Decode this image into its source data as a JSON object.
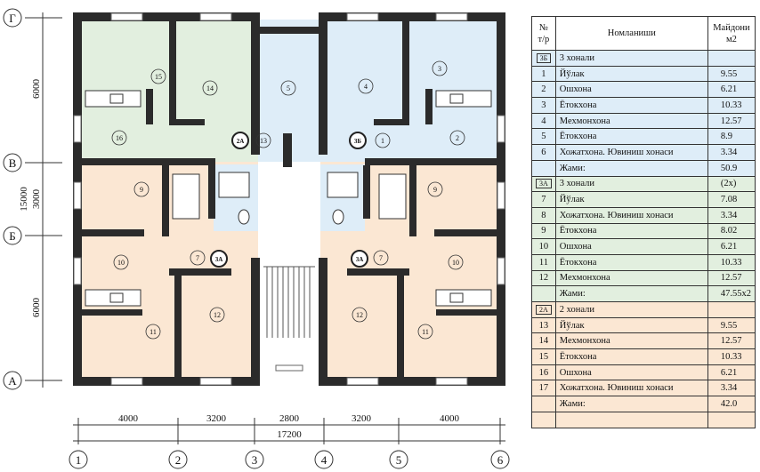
{
  "colors": {
    "unit_3b": "#deedf8",
    "unit_3a": "#e2efdf",
    "unit_2a": "#fbe7d3",
    "wall": "#2b2b2b"
  },
  "axes": {
    "rows": [
      "Г",
      "В",
      "Б",
      "А"
    ],
    "columns": [
      "1",
      "2",
      "3",
      "4",
      "5",
      "6"
    ],
    "vertical_dims": [
      "6000",
      "3000",
      "6000"
    ],
    "vertical_total": "15000",
    "horizontal_dims": [
      "4000",
      "3200",
      "2800",
      "3200",
      "4000"
    ],
    "horizontal_total": "17200"
  },
  "plan": {
    "unit_tags": [
      "2А",
      "3Б",
      "3А",
      "3А"
    ],
    "room_numbers": [
      "15",
      "14",
      "5",
      "4",
      "3",
      "16",
      "13",
      "1",
      "2",
      "9",
      "9",
      "10",
      "7",
      "7",
      "10",
      "11",
      "12",
      "12",
      "11"
    ]
  },
  "schedule": {
    "header": {
      "no": "№ т/р",
      "name": "Номланиши",
      "area": "Майдони м2"
    },
    "groups": [
      {
        "tag": "3Б",
        "title": "3 хонали",
        "title_area": "",
        "rows": [
          {
            "no": "1",
            "name": "Йўлак",
            "area": "9.55"
          },
          {
            "no": "2",
            "name": "Ошхона",
            "area": "6.21"
          },
          {
            "no": "3",
            "name": "Ётокхона",
            "area": "10.33"
          },
          {
            "no": "4",
            "name": "Мехмонхона",
            "area": "12.57"
          },
          {
            "no": "5",
            "name": "Ётокхона",
            "area": "8.9"
          },
          {
            "no": "6",
            "name": "Хожатхона. Ювиниш хонаси",
            "area": "3.34"
          }
        ],
        "total_label": "Жами:",
        "total": "50.9"
      },
      {
        "tag": "3А",
        "title": "3 хонали",
        "title_area": "(2х)",
        "rows": [
          {
            "no": "7",
            "name": "Йўлак",
            "area": "7.08"
          },
          {
            "no": "8",
            "name": "Хожатхона. Ювиниш хонаси",
            "area": "3.34"
          },
          {
            "no": "9",
            "name": "Ётокхона",
            "area": "8.02"
          },
          {
            "no": "10",
            "name": "Ошхона",
            "area": "6.21"
          },
          {
            "no": "11",
            "name": "Ётокхона",
            "area": "10.33"
          },
          {
            "no": "12",
            "name": "Мехмонхона",
            "area": "12.57"
          }
        ],
        "total_label": "Жами:",
        "total": "47.55х2"
      },
      {
        "tag": "2А",
        "title": "2 хонали",
        "title_area": "",
        "rows": [
          {
            "no": "13",
            "name": "Йўлак",
            "area": "9.55"
          },
          {
            "no": "14",
            "name": "Мехмонхона",
            "area": "12.57"
          },
          {
            "no": "15",
            "name": "Ётокхона",
            "area": "10.33"
          },
          {
            "no": "16",
            "name": "Ошхона",
            "area": "6.21"
          },
          {
            "no": "17",
            "name": "Хожатхона. Ювиниш хонаси",
            "area": "3.34"
          }
        ],
        "total_label": "Жами:",
        "total": "42.0"
      }
    ]
  }
}
